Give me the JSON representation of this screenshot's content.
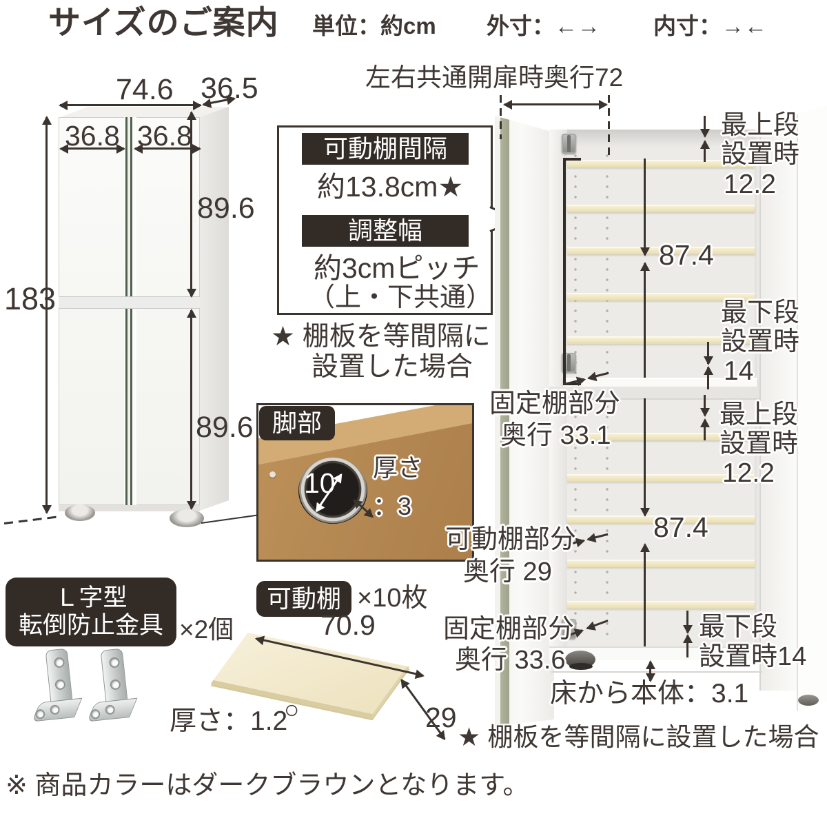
{
  "colors": {
    "text": "#3E3733",
    "label_bg": "#322B26",
    "arrow": "#3A332E",
    "shelf_wood": "#F0E6C4",
    "board_brown": "#B98E57",
    "door_accent": "#55624F",
    "olive_edge": "#A6AA92"
  },
  "title": {
    "main": "サイズのご案内",
    "unit": "単位：約cm",
    "outer": "外寸：←→",
    "inner": "内寸：→←"
  },
  "front_view": {
    "width": "74.6",
    "depth": "36.5",
    "left_door": "36.8",
    "right_door": "36.8",
    "height": "183",
    "upper_height": "89.6",
    "lower_height": "89.6"
  },
  "info_box": {
    "label_shelf_gap": "可動棚間隔",
    "shelf_gap_value": "約13.8cm★",
    "label_adjust": "調整幅",
    "adjust_value": "約3cmピッチ",
    "adjust_note": "（上・下共通）",
    "star_note_1": "★ 棚板を等間隔に",
    "star_note_2": "設置した場合"
  },
  "leg_box": {
    "label": "脚部",
    "diameter": "10",
    "thickness_1": "厚さ",
    "thickness_2": "：3"
  },
  "anti_tip": {
    "label_1": "Ｌ字型",
    "label_2": "転倒防止金具",
    "count": "×2個"
  },
  "movable_shelf": {
    "label": "可動棚",
    "count": "×10枚",
    "width": "70.9",
    "depth": "29",
    "thickness": "厚さ：1.2",
    "marker": "○"
  },
  "open_view": {
    "open_depth": "左右共通開扉時奥行72",
    "upper_top_1": "最上段",
    "upper_top_2": "設置時",
    "upper_top_3": "12.2",
    "upper_span": "87.4",
    "upper_bottom_1": "最下段",
    "upper_bottom_2": "設置時",
    "upper_bottom_3": "14",
    "fixed_upper_1": "固定棚部分",
    "fixed_upper_2": "奥行 33.1",
    "lower_top_1": "最上段",
    "lower_top_2": "設置時",
    "lower_top_3": "12.2",
    "lower_span": "87.4",
    "movable_1": "可動棚部分",
    "movable_2": "奥行 29",
    "fixed_lower_1": "固定棚部分",
    "fixed_lower_2": "奥行 33.6",
    "lower_bottom_1": "最下段",
    "lower_bottom_2": "設置時14",
    "floor_gap": "床から本体：3.1",
    "star_note": "★ 棚板を等間隔に設置した場合"
  },
  "footnote": "※ 商品カラーはダークブラウンとなります。"
}
